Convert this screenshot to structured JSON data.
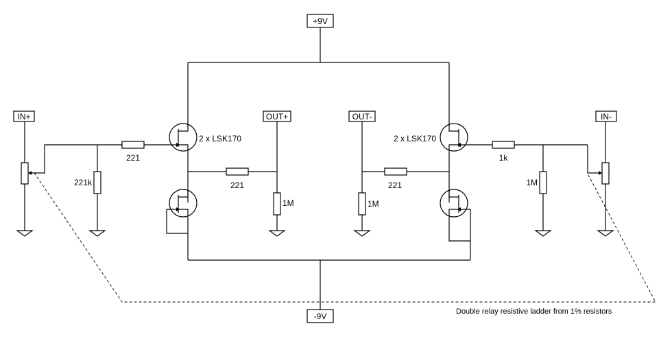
{
  "rails": {
    "positive": "+9V",
    "negative": "-9V"
  },
  "ports": {
    "in_plus": "IN+",
    "in_minus": "IN-",
    "out_plus": "OUT+",
    "out_minus": "OUT-"
  },
  "transistors": {
    "left_label": "2 x LSK170",
    "right_label": "2 x LSK170"
  },
  "resistors": {
    "left_input_series": "221",
    "left_input_shunt": "221k",
    "left_bridge": "221",
    "left_output_load": "1M",
    "right_output_load": "1M",
    "right_bridge": "221",
    "right_input_shunt": "1M",
    "right_input_series": "1k"
  },
  "note": "Double relay resistive ladder from 1% resistors"
}
